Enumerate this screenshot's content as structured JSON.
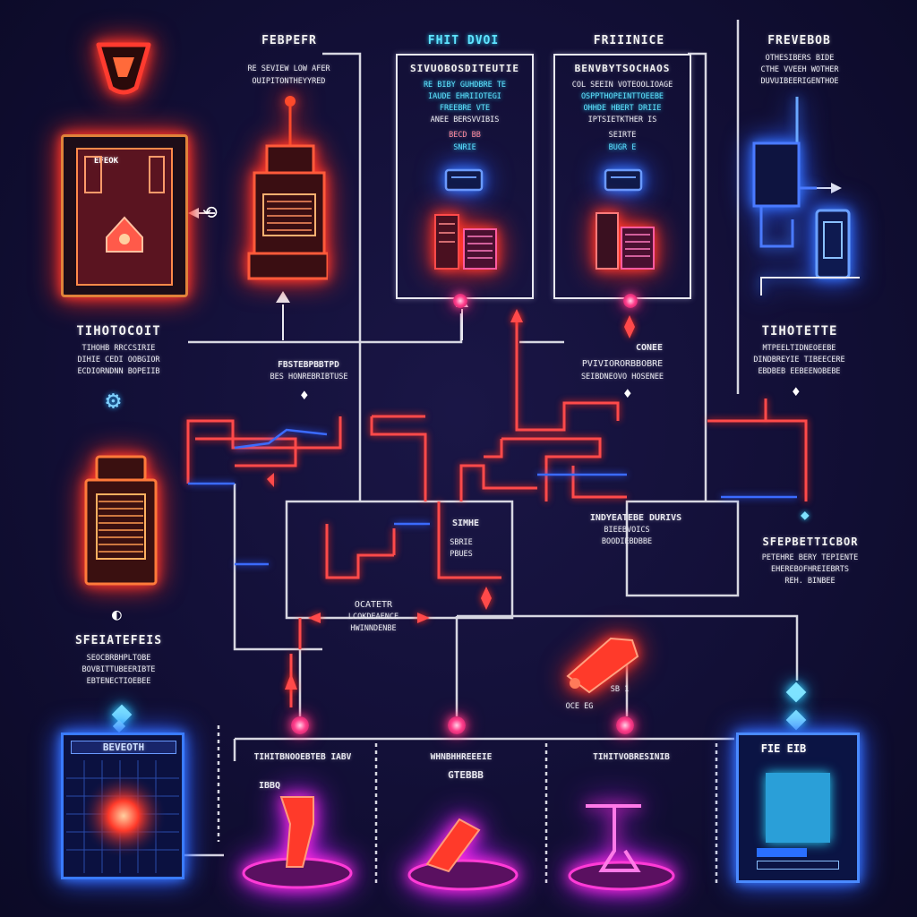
{
  "diagram": {
    "headers": {
      "col2": "FEBPEFR",
      "col3": "FHIT DVOI",
      "col4": "FRIIINICE",
      "col5": "FREVEBOB"
    },
    "top_labels": {
      "col2_sub1": "RE SEVIEW LOW AFER",
      "col2_sub2": "OUIPITONTHEYYRED",
      "col5_sub1": "OTHESIBERS BIDE",
      "col5_sub2": "CTHE VVEEH WOTHER",
      "col5_sub3": "DUVUIBEERIGENTHOE"
    },
    "panels": {
      "panel_a": {
        "title": "SIVUOBOSDITEUTIE",
        "lines": [
          "RE BIBY GUHDBRE TE",
          "IAUDE EHRIIOTEGI",
          "FREEBRE VTE",
          "ANEE BERSVVIBIS"
        ],
        "tags": [
          "BECD BB",
          "SNRIE"
        ]
      },
      "panel_b": {
        "title": "BENVBYTSOCHAOS",
        "lines": [
          "COL SEEIN VOTEOOLIOAGE",
          "OSPPTHOPEINTTOEEBE",
          "OHHDE HBERT DRIIE",
          "IPTSIETKTHER IS"
        ],
        "tags": [
          "SEIRTE",
          "BUGR E"
        ]
      },
      "screen_box": "EFEOK"
    },
    "mid_labels": {
      "left_title": "TIHOTOCOIT",
      "left_lines": [
        "TIHOHB RRCCSIRIE",
        "DIHIE CEDI OOBGIOR",
        "ECDIORNDNN BOPEIIB"
      ],
      "c2_title": "FBSTEBPBBTPD",
      "c2_sub": "BES HONREBRIBTUSE",
      "c4_title": "CONEE",
      "c4_sub1": "PVIVIORORBBOBRE",
      "c4_sub2": "SEIBDNEOVO HOSENEE",
      "right_title": "TIHOTETTE",
      "right_lines": [
        "MTPEELTIDNEOEEBE",
        "DINDBREYIE TIBEECERE",
        "EBDBEB EEBEENOBEBE"
      ]
    },
    "center": {
      "box_label": "SIMHE",
      "box_sub": "SBRIE",
      "box_sub2": "PBUES",
      "left_note": [
        "OCATETR",
        "LCOKDEAENCE",
        "HWINNDENBE"
      ],
      "right_title": "INDYEATEBE DURIVS",
      "right_sub1": "BIEEBVOICS",
      "right_sub2": "BOODIEBDBBE",
      "far_right_title": "SFEPBETTICBOR",
      "far_right_lines": [
        "PETEHRE BERY TEPIENTE",
        "EHEREBOFHREIEBRTS",
        "REH. BINBEE"
      ]
    },
    "lower_labels": {
      "left_title": "SFEIATEFEIS",
      "left_lines": [
        "SEOCBRBHPLTOBE",
        "BOVBITTUBEERIBTE",
        "EBTENECTIOEBEE"
      ],
      "mid_tag": "SB 1",
      "mid_tag2": "OCE  EG",
      "bottom_left_screen": "BEVEOTH",
      "bottom_c2": "TIHITBNOOEBTEB IABV",
      "bottom_c2_tag": "IBBQ",
      "bottom_c3": "WHNBHHREEEIE",
      "bottom_c3_sub": "GTEBBB",
      "bottom_c4": "TIHITVOBRESINIB",
      "bottom_right_screen": "FIE EIB"
    },
    "colors": {
      "background": "#120f36",
      "wire_white": "#e8e8f0",
      "wire_red": "#ff4a4a",
      "glow_red": "#ff3b2f",
      "glow_blue": "#3a7bff",
      "glow_magenta": "#ff2bd6",
      "accent_cyan": "#5fe4ff"
    },
    "icons": [
      "warning-sign-icon",
      "control-panel-icon",
      "processor-chip-icon",
      "server-module-icon",
      "valve-pipe-icon",
      "gear-icon",
      "heat-map-screen-icon",
      "monitor-icon",
      "robot-arm-icon"
    ]
  }
}
